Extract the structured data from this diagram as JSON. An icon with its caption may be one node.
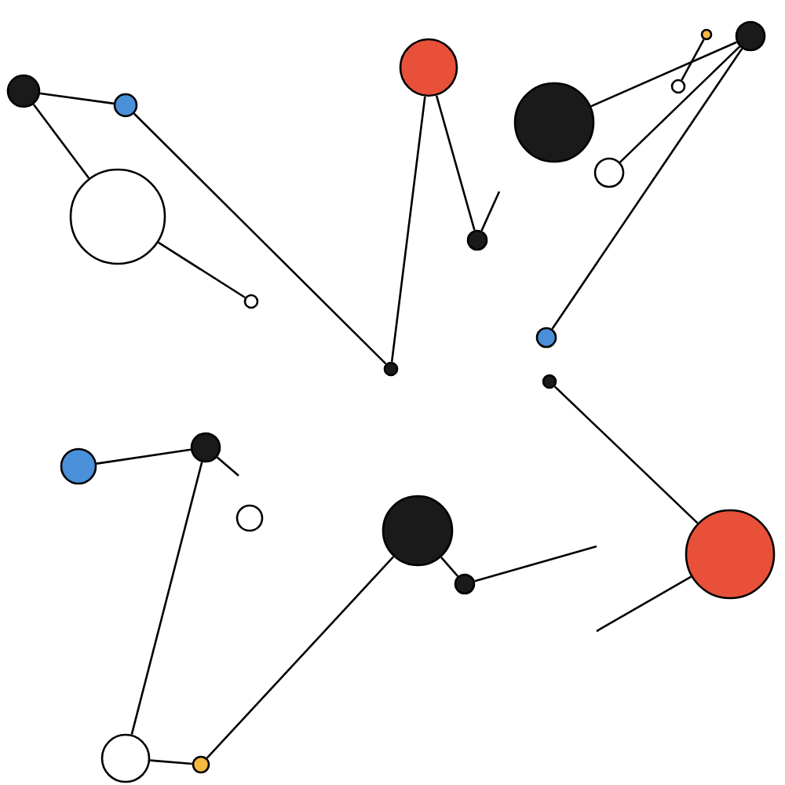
{
  "diagram": {
    "nodes": [
      {
        "text": [],
        "shape": "circle"
      },
      {
        "text": [],
        "shape": "circle"
      },
      {
        "text": [],
        "shape": "circle"
      },
      {
        "text": [],
        "shape": "circle"
      },
      {
        "text": [],
        "shape": "circle"
      },
      {
        "text": [],
        "shape": "circle"
      },
      {
        "text": [],
        "shape": "circle"
      },
      {
        "text": [],
        "shape": "circle"
      },
      {
        "text": [],
        "shape": "circle"
      },
      {
        "text": [],
        "shape": "circle"
      },
      {
        "text": [],
        "shape": "circle"
      },
      {
        "text": [],
        "shape": "circle"
      },
      {
        "text": [],
        "shape": "circle"
      },
      {
        "text": [],
        "shape": "circle"
      },
      {
        "text": [],
        "shape": "circle"
      },
      {
        "text": [],
        "shape": "circle"
      },
      {
        "text": [],
        "shape": "circle"
      },
      {
        "text": [],
        "shape": "circle"
      },
      {
        "text": [],
        "shape": "circle"
      },
      {
        "text": [],
        "shape": "circle"
      },
      {
        "text": [],
        "shape": "circle"
      },
      {
        "text": [],
        "shape": "circle"
      }
    ],
    "edges": [
      {
        "from": 0,
        "to": 1,
        "arrow": "none"
      },
      {
        "from": 0,
        "to": 2,
        "arrow": "none"
      },
      {
        "from": 2,
        "to": 3,
        "arrow": "none"
      },
      {
        "from": 1,
        "to": 4,
        "arrow": "none"
      },
      {
        "from": 4,
        "to": 5,
        "arrow": "none"
      },
      {
        "from": 5,
        "to": 6,
        "arrow": "none"
      },
      {
        "from": 6,
        "to": null,
        "arrow": "none"
      },
      {
        "from": 7,
        "to": 10,
        "arrow": "none"
      },
      {
        "from": 8,
        "to": 10,
        "arrow": "none"
      },
      {
        "from": 9,
        "to": 11,
        "arrow": "none"
      },
      {
        "from": 10,
        "to": 12,
        "arrow": "none"
      },
      {
        "from": 13,
        "to": 14,
        "arrow": "none"
      },
      {
        "from": 14,
        "to": null,
        "arrow": "none"
      },
      {
        "from": 15,
        "to": 16,
        "arrow": "none"
      },
      {
        "from": 16,
        "to": null,
        "arrow": "none"
      },
      {
        "from": 16,
        "to": 20,
        "arrow": "none"
      },
      {
        "from": 20,
        "to": 21,
        "arrow": "none"
      },
      {
        "from": 21,
        "to": 18,
        "arrow": "none"
      },
      {
        "from": 18,
        "to": 19,
        "arrow": "none"
      },
      {
        "from": 19,
        "to": null,
        "arrow": "none"
      }
    ]
  }
}
